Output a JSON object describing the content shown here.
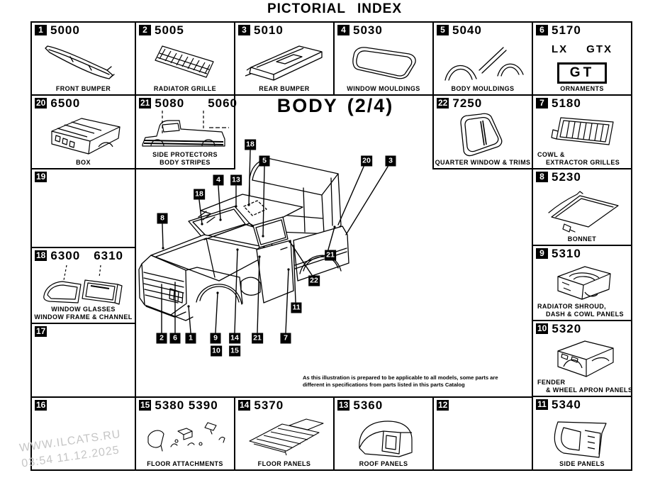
{
  "title": "PICTORIAL INDEX",
  "subtitle": "BODY (2/4)",
  "note": "As this illustration is prepared to be applicable to all models, some parts are different in specifications from parts listed in this parts Catalog",
  "watermark": {
    "site": "WWW.ILCATS.RU",
    "timestamp": "03:54 11.12.2025"
  },
  "cells": {
    "c1": {
      "num": "1",
      "code": "5000",
      "label1": "FRONT BUMPER"
    },
    "c2": {
      "num": "2",
      "code": "5005",
      "label1": "RADIATOR GRILLE"
    },
    "c3": {
      "num": "3",
      "code": "5010",
      "label1": "REAR BUMPER"
    },
    "c4": {
      "num": "4",
      "code": "5030",
      "label1": "WINDOW MOULDINGS"
    },
    "c5": {
      "num": "5",
      "code": "5040",
      "label1": "BODY MOULDINGS"
    },
    "c6": {
      "num": "6",
      "code": "5170",
      "label1": "ORNAMENTS",
      "lx": "LX",
      "gtx": "GTX",
      "gt": "GT"
    },
    "c7": {
      "num": "7",
      "code": "5180",
      "label1": "COWL &",
      "label2": "EXTRACTOR GRILLES"
    },
    "c8": {
      "num": "8",
      "code": "5230",
      "label1": "BONNET"
    },
    "c9": {
      "num": "9",
      "code": "5310",
      "label1": "RADIATOR SHROUD,",
      "label2": "DASH & COWL PANELS"
    },
    "c10": {
      "num": "10",
      "code": "5320",
      "label1": "FENDER",
      "label2": "& WHEEL APRON PANELS"
    },
    "c11": {
      "num": "11",
      "code": "5340",
      "label1": "SIDE PANELS"
    },
    "c12": {
      "num": "12"
    },
    "c13": {
      "num": "13",
      "code": "5360",
      "label1": "ROOF PANELS"
    },
    "c14": {
      "num": "14",
      "code": "5370",
      "label1": "FLOOR PANELS"
    },
    "c15": {
      "num": "15",
      "code": "5380 5390",
      "label1": "FLOOR ATTACHMENTS"
    },
    "c16": {
      "num": "16"
    },
    "c17": {
      "num": "17"
    },
    "c18": {
      "num": "18",
      "code": "6300",
      "code2": "6310",
      "label1": "WINDOW GLASSES",
      "label2": "WINDOW FRAME & CHANNEL"
    },
    "c19": {
      "num": "19"
    },
    "c20": {
      "num": "20",
      "code": "6500",
      "label1": "BOX"
    },
    "c21": {
      "num": "21",
      "code": "5080",
      "code2": "5060",
      "label1": "SIDE PROTECTORS",
      "label2": "BODY STRIPES"
    },
    "c22": {
      "num": "22",
      "code": "7250",
      "label1": "QUARTER WINDOW & TRIMS"
    }
  },
  "callouts": [
    "18",
    "5",
    "4",
    "13",
    "20",
    "3",
    "18",
    "8",
    "21",
    "22",
    "11",
    "2",
    "6",
    "1",
    "9",
    "10",
    "14",
    "15",
    "21",
    "7"
  ],
  "colors": {
    "ink": "#000000",
    "paper": "#ffffff",
    "watermark": "#c6c6c6"
  }
}
